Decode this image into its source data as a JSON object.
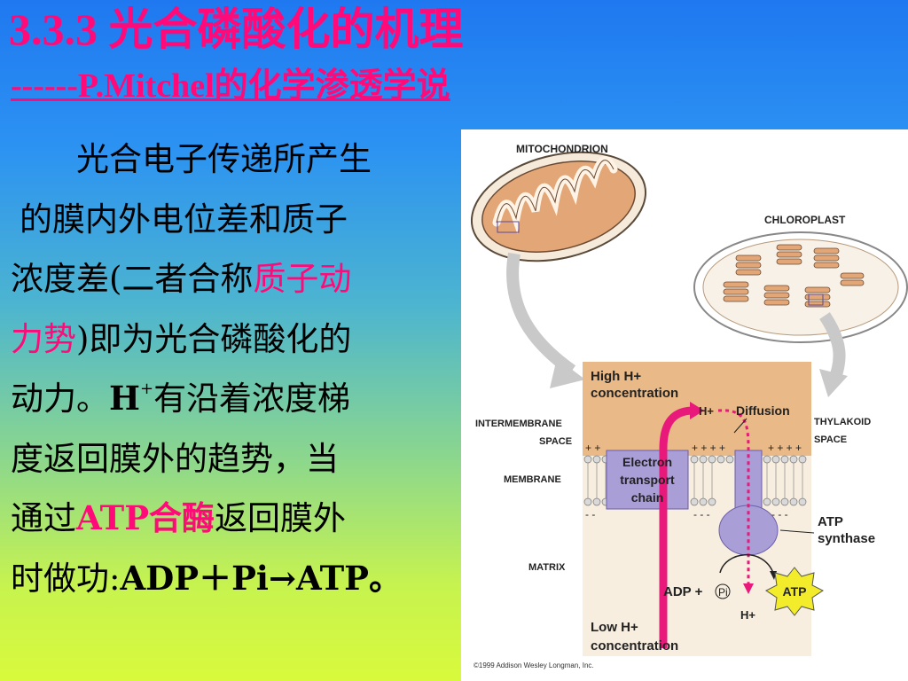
{
  "title": "3.3.3  光合磷酸化的机理",
  "subtitle": "------P.Mitchel的化学渗透学说",
  "body": {
    "l1": "光合电子传递所产生",
    "l2": "的膜内外电位差和质子",
    "l3a": "浓度差(二者合称",
    "l3b": "质子动",
    "l4a": "力势",
    "l4b": ")即为光合磷酸化的",
    "l5a": "动力。",
    "l5b": "H",
    "l5c": "+",
    "l5d": "有沿着浓度梯",
    "l6": "度返回膜外的趋势，当",
    "l7a": "通过",
    "l7b": "ATP合酶",
    "l7c": "返回膜外",
    "l8a": "时做功:",
    "l8b": "ADP＋Pi→ATP。"
  },
  "figure": {
    "mitochondrion": "MITOCHONDRION",
    "chloroplast": "CHLOROPLAST",
    "high_h_1": "High H+",
    "high_h_2": "concentration",
    "h_plus": "H+",
    "diffusion": "Diffusion",
    "intermembrane_1": "INTERMEMBRANE",
    "intermembrane_2": "SPACE",
    "thylakoid_1": "THYLAKOID",
    "thylakoid_2": "SPACE",
    "membrane": "MEMBRANE",
    "etc_1": "Electron",
    "etc_2": "transport",
    "etc_3": "chain",
    "atp_synthase_1": "ATP",
    "atp_synthase_2": "synthase",
    "matrix": "MATRIX",
    "adp": "ADP +",
    "pi": "Pi",
    "h_plus_bottom": "H+",
    "atp": "ATP",
    "low_h_1": "Low H+",
    "low_h_2": "concentration",
    "copyright": "©1999 Addison Wesley Longman, Inc."
  }
}
